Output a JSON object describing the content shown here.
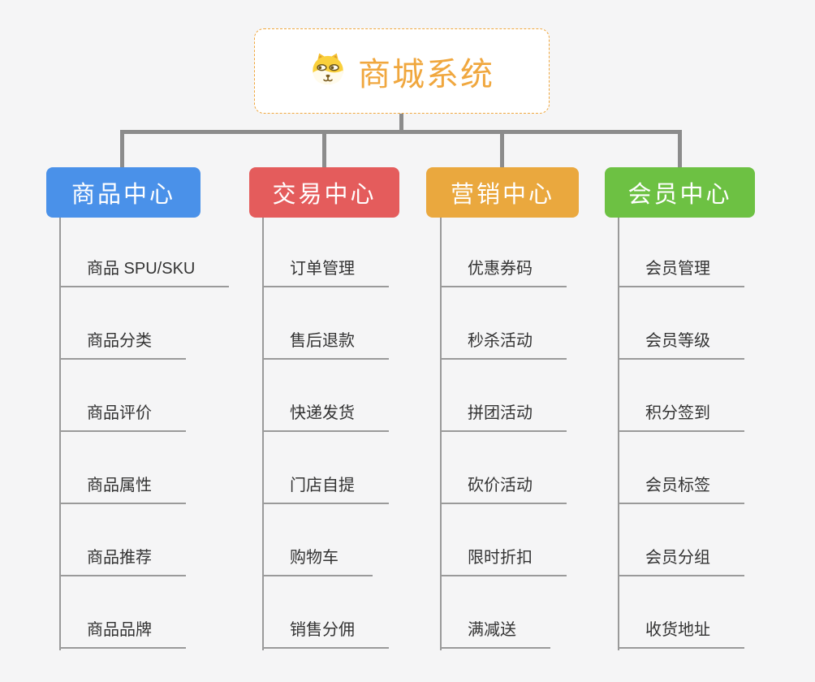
{
  "root": {
    "title": "商城系统",
    "icon": "dog-mascot-icon"
  },
  "branches": [
    {
      "label": "商品中心",
      "color": "#4A91E9",
      "items": [
        "商品 SPU/SKU",
        "商品分类",
        "商品评价",
        "商品属性",
        "商品推荐",
        "商品品牌"
      ]
    },
    {
      "label": "交易中心",
      "color": "#E45C5C",
      "items": [
        "订单管理",
        "售后退款",
        "快递发货",
        "门店自提",
        "购物车",
        "销售分佣"
      ]
    },
    {
      "label": "营销中心",
      "color": "#EAA83E",
      "items": [
        "优惠券码",
        "秒杀活动",
        "拼团活动",
        "砍价活动",
        "限时折扣",
        "满减送"
      ]
    },
    {
      "label": "会员中心",
      "color": "#6DC143",
      "items": [
        "会员管理",
        "会员等级",
        "积分签到",
        "会员标签",
        "会员分组",
        "收货地址"
      ]
    }
  ],
  "colors": {
    "root_accent": "#F0A73E",
    "connector": "#8C8C8C",
    "leaf_line": "#9A9A9A",
    "leaf_text": "#333333",
    "background": "#F5F5F6"
  }
}
